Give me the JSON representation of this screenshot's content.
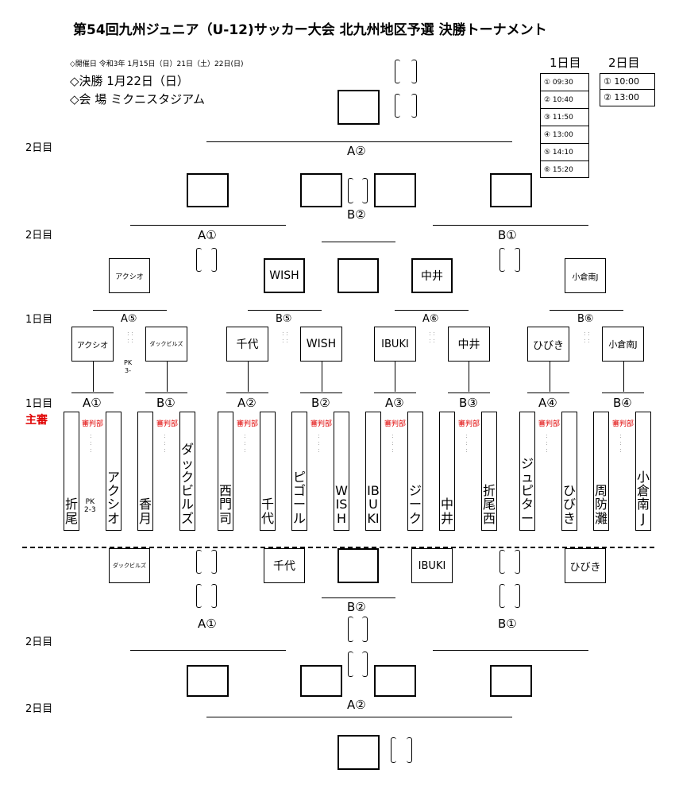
{
  "title": "第54回九州ジュニア（U-12)サッカー大会 北九州地区予選  決勝トーナメント",
  "info": {
    "dates": "◇開催日  令和3年 1月15日（日）21日（土）22日(日)",
    "final": "◇決勝     1月22日（日）",
    "venue": "◇会  場   ミクニスタジアム"
  },
  "schedule": {
    "day1_header": "1日目",
    "day2_header": "2日目",
    "day1": [
      "① 09:30",
      "② 10:40",
      "③ 11:50",
      "④ 13:00",
      "⑤ 14:10",
      "⑥ 15:20"
    ],
    "day2": [
      "① 10:00",
      "② 13:00"
    ]
  },
  "day_labels": {
    "r_a2": "2日目",
    "r_b": "2日目",
    "r_5": "1日目",
    "r_1": "1日目",
    "bot_b": "2日目",
    "bot_a2": "2日目"
  },
  "referee_label": "主審",
  "match_labels": {
    "final_a2": "A②",
    "semi_b2": "B②",
    "semi_a1": "A①",
    "semi_b1": "B①",
    "qf_a5": "A⑤",
    "qf_b5": "B⑤",
    "qf_a6": "A⑥",
    "qf_b6": "B⑥",
    "r1": [
      "A①",
      "B①",
      "A②",
      "B②",
      "A③",
      "B③",
      "A④",
      "B④"
    ],
    "bot_b2": "B②",
    "bot_a1": "A①",
    "bot_b1": "B①",
    "bot_a2": "A②"
  },
  "qf_winners": [
    "アクシオ",
    "WISH",
    "中井",
    "小倉南J"
  ],
  "r1_winners": [
    "アクシオ",
    "ダックビルズ",
    "千代",
    "WISH",
    "IBUKI",
    "中井",
    "ひびき",
    "小倉南J"
  ],
  "pk_notes": {
    "qf": "PK\n3-",
    "r1": "PK\n2-3"
  },
  "ref_dept": "審判部",
  "teams": [
    "折尾",
    "アクシオ",
    "香月",
    "ダックビルズ",
    "西門司",
    "千代",
    "ピゴール",
    "WISH",
    "IBUKI",
    "ジーク",
    "中井",
    "折尾西",
    "ジュピター",
    "ひびき",
    "周防灘",
    "小倉南J"
  ],
  "referee_teams": [
    "ダックビルズ",
    "千代",
    "IBUKI",
    "ひびき"
  ]
}
